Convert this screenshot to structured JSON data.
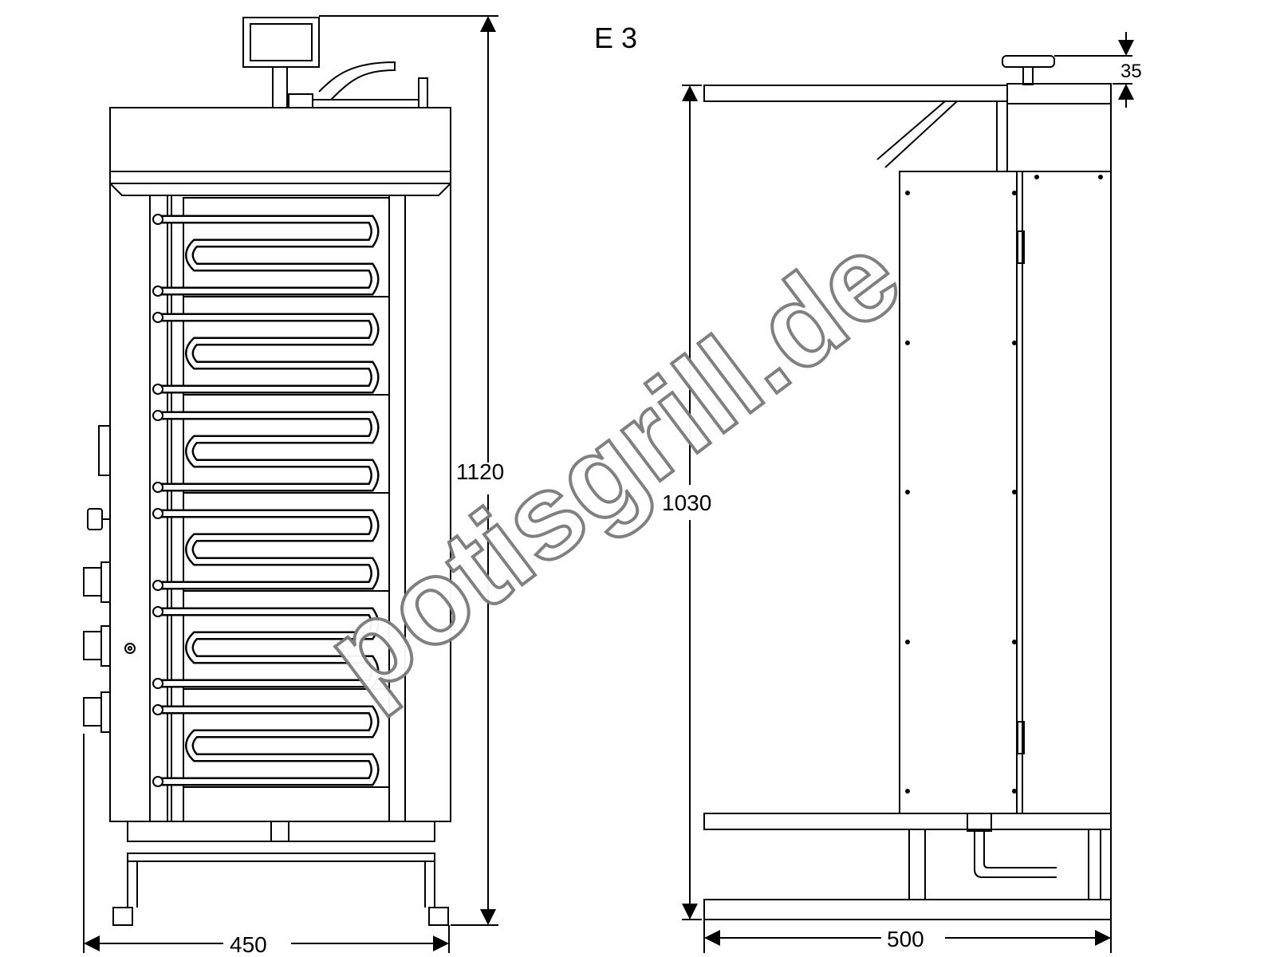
{
  "drawing": {
    "model_label": "E 3",
    "watermark": "potisgrill.de",
    "dimensions": {
      "front_height": "1120",
      "front_width": "450",
      "side_height": "1030",
      "side_width": "500",
      "top_offset": "35"
    }
  }
}
